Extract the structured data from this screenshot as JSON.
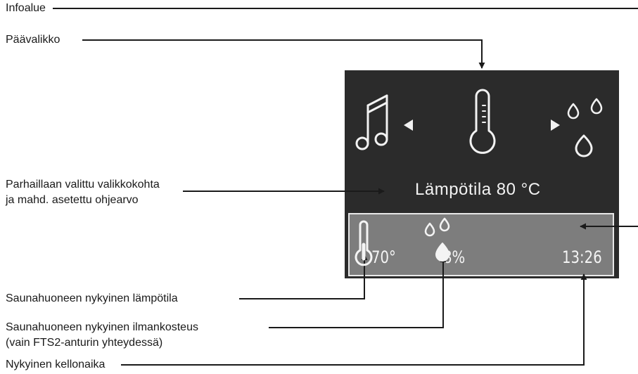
{
  "labels": {
    "info_area": "Infoalue",
    "main_menu": "Päävalikko",
    "selected_line1": "Parhaillaan valittu valikkokohta",
    "selected_line2": "ja mahd. asetettu ohjearvo",
    "room_temp": "Saunahuoneen nykyinen lämpötila",
    "room_humidity_line1": "Saunahuoneen nykyinen ilmankosteus",
    "room_humidity_line2": "(vain FTS2-anturin yhteydessä)",
    "current_time": "Nykyinen kellonaika"
  },
  "screen": {
    "menu_item": "Lämpötila 80 °C",
    "left_icon": "music-note-icon",
    "center_icon": "thermometer-icon",
    "right_icon": "droplets-icon"
  },
  "status_bar": {
    "temperature": "70°",
    "humidity": "8%",
    "time": "13:26",
    "temperature_icon": "thermometer-icon",
    "humidity_icon": "droplets-icon"
  },
  "colors": {
    "screen_bg": "#2b2b2b",
    "status_bg": "#7d7d7d",
    "icon": "#f2f2f2",
    "line": "#1a1a1a"
  }
}
